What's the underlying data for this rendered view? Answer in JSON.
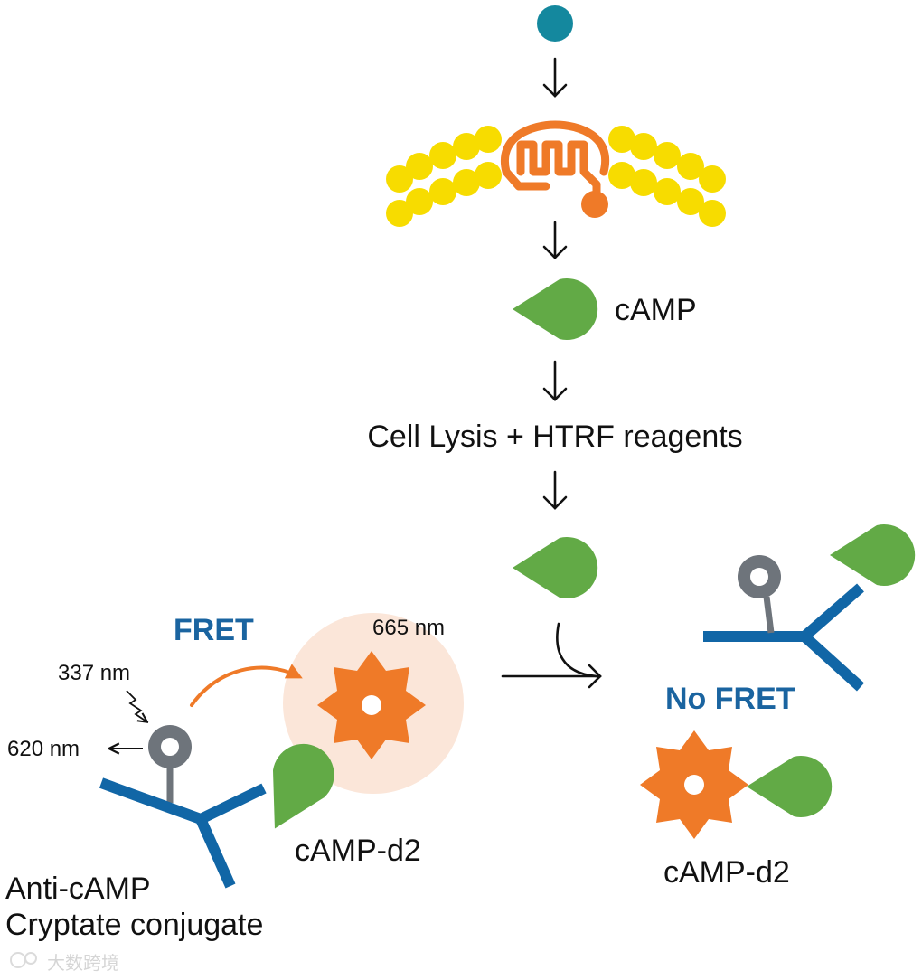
{
  "labels": {
    "camp": "cAMP",
    "lysis": "Cell Lysis + HTRF reagents",
    "fret": "FRET",
    "no_fret": "No FRET",
    "nm_665": "665 nm",
    "nm_337": "337 nm",
    "nm_620": "620 nm",
    "camp_d2_left": "cAMP-d2",
    "camp_d2_right": "cAMP-d2",
    "anti_camp_line1": "Anti-cAMP",
    "anti_camp_line2": "Cryptate conjugate",
    "watermark": "大数跨境"
  },
  "colors": {
    "ligand_teal": "#14889e",
    "membrane_yellow": "#f7dc00",
    "receptor_orange": "#ef7a28",
    "camp_green": "#62aa46",
    "antibody_blue": "#1166a6",
    "cryptate_gray": "#6e747b",
    "fret_blue": "#1a64a0",
    "halo_peach": "#fbe6d9",
    "arrow_black": "#111111"
  },
  "icons": {
    "ligand": "ligand-dot-icon",
    "receptor": "gpcr-receptor-icon",
    "camp": "camp-drop-icon",
    "d2": "d2-acceptor-star-icon",
    "cryptate": "cryptate-donor-icon",
    "antibody": "antibody-y-icon"
  }
}
